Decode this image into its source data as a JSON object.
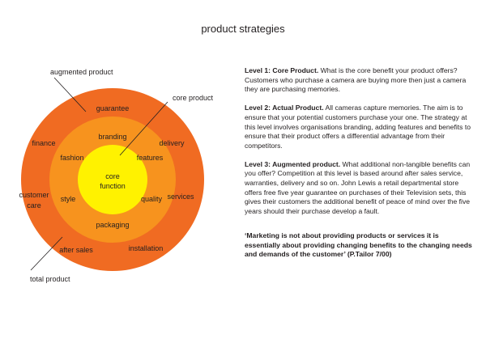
{
  "page": {
    "title": "product strategies"
  },
  "diagram": {
    "colors": {
      "outer_ring": "#f06b22",
      "middle_ring": "#f7931e",
      "core": "#fff200",
      "text": "#231f20",
      "callout_line": "#231f20"
    },
    "callouts": {
      "augmented": "augmented product",
      "core": "core product",
      "total": "total product"
    },
    "outer_ring": {
      "guarantee": "guarantee",
      "finance": "finance",
      "delivery": "delivery",
      "customer_care_line1": "customer",
      "customer_care_line2": "care",
      "services": "services",
      "after_sales": "after sales",
      "installation": "installation"
    },
    "middle_ring": {
      "branding": "branding",
      "fashion": "fashion",
      "features": "features",
      "style": "style",
      "quality": "quality",
      "packaging": "packaging"
    },
    "core": {
      "line1": "core",
      "line2": "function"
    }
  },
  "levels": [
    {
      "heading": "Level 1: Core Product.",
      "body": "What is the core benefit your product offers? Customers who purchase a camera are buying more then just a camera they are purchasing memories."
    },
    {
      "heading": "Level 2: Actual Product.",
      "body": "All cameras capture memories. The aim is to ensure that your potential customers purchase your one. The strategy at this level involves organisations branding, adding features and benefits to ensure that their product offers a differential advantage from their competitors."
    },
    {
      "heading": "Level 3: Augmented product.",
      "body": "What additional non-tangible benefits can you offer? Competition at this level is based around after sales service, warranties, delivery and so on. John Lewis a retail departmental store offers free five year guarantee on purchases of their Television sets, this gives their customers the additional benefit of peace of mind over the five years should their purchase develop a fault."
    }
  ],
  "quote": "‘Marketing is not about providing products or services it is essentially about providing changing benefits to the changing needs and demands of the customer’ (P.Tailor 7/00)"
}
